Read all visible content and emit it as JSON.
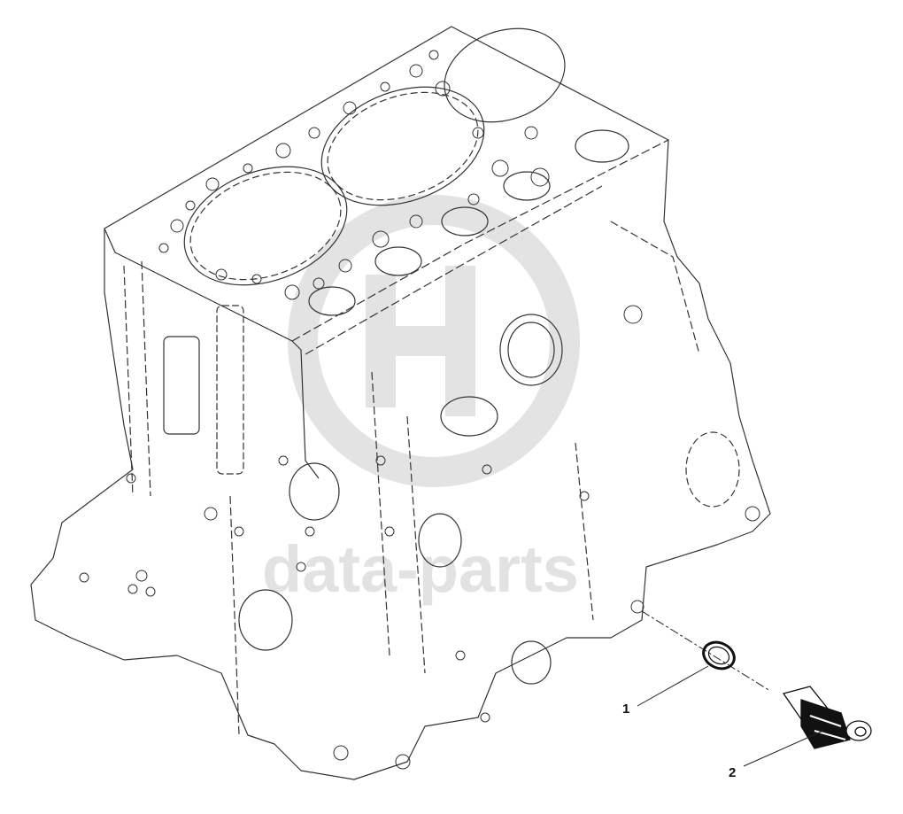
{
  "diagram": {
    "callouts": [
      {
        "label": "1",
        "part": "washer"
      },
      {
        "label": "2",
        "part": "sensor"
      }
    ],
    "watermark": {
      "brand_text": "data-parts",
      "color": "#e0e0e0"
    },
    "line_color": "#222222"
  }
}
